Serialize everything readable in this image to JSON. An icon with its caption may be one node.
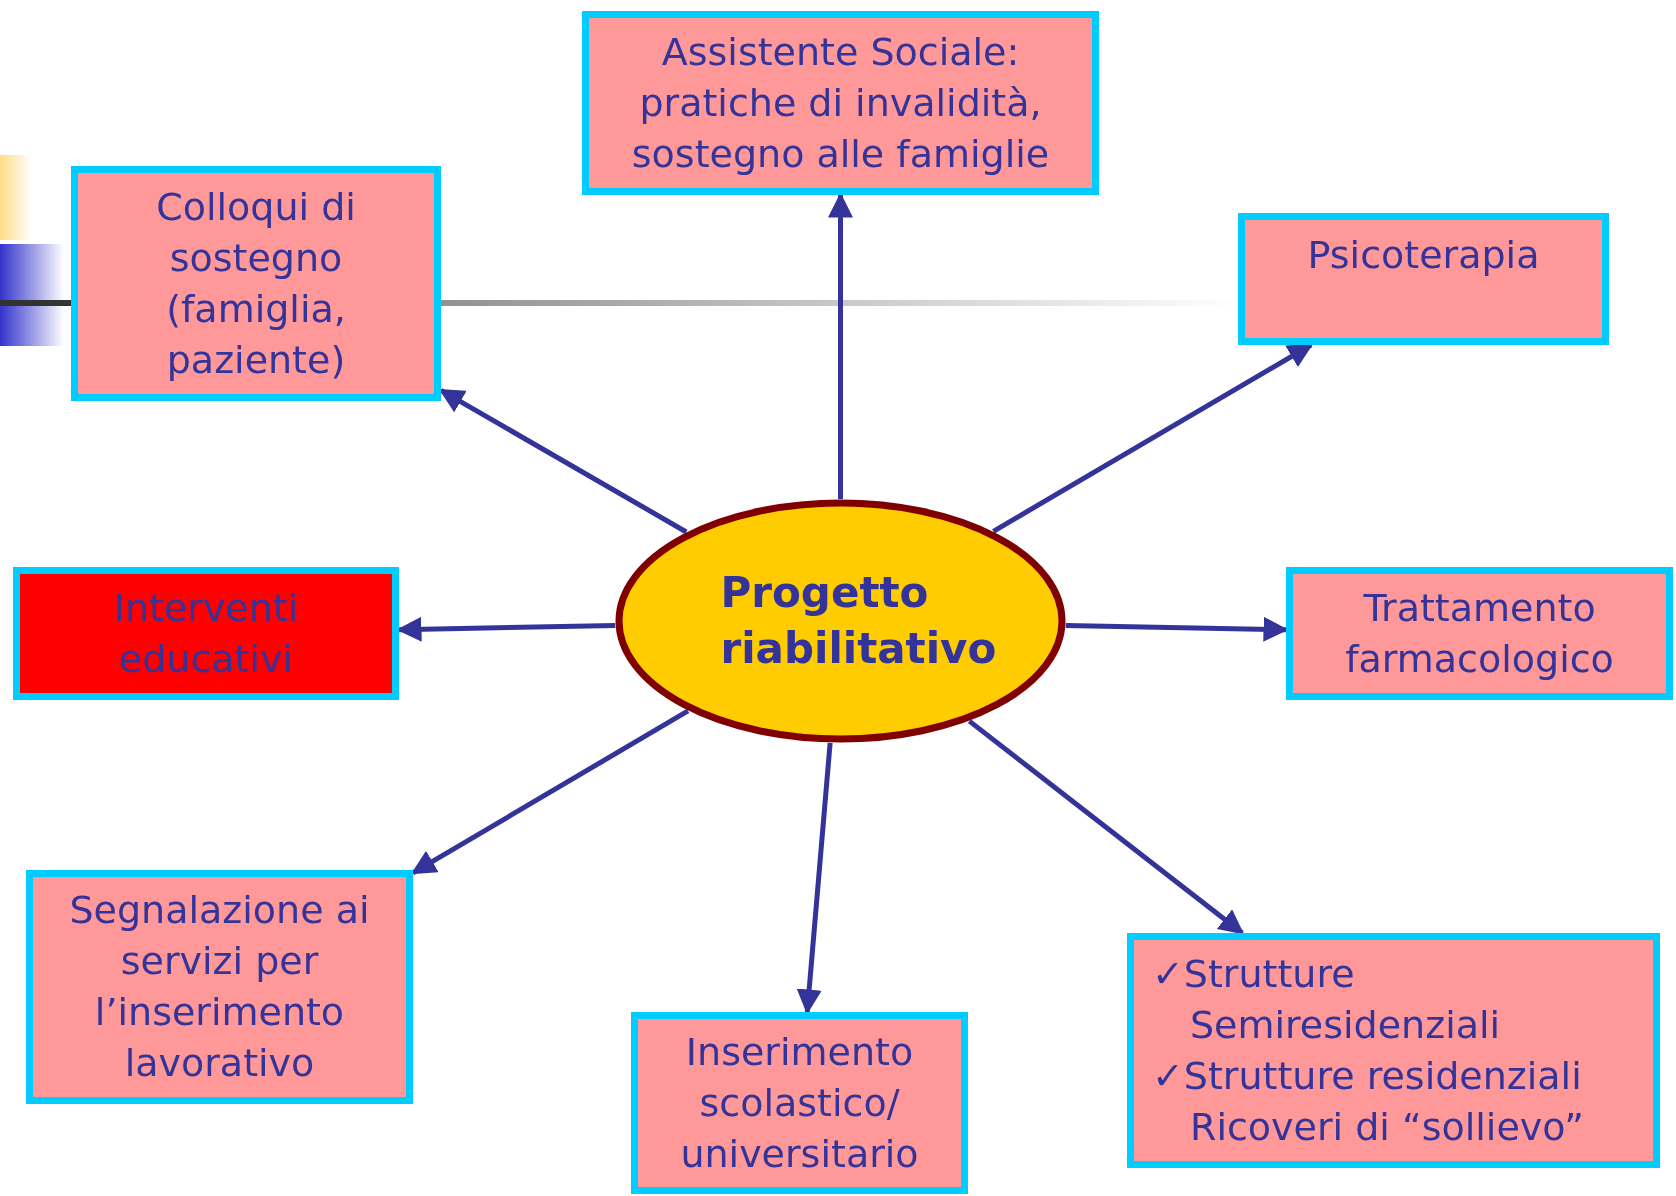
{
  "diagram": {
    "nodes": [
      {
        "text": [
          "Progetto riabilitativo"
        ]
      },
      {
        "text": [
          "Assistente Sociale: pratiche di invalidità, sostegno alle famiglie"
        ]
      },
      {
        "text": [
          "Colloqui di sostegno (famiglia, paziente)"
        ]
      },
      {
        "text": [
          "Psicoterapia"
        ]
      },
      {
        "text": [
          "Interventi educativi"
        ]
      },
      {
        "text": [
          "Trattamento farmacologico"
        ]
      },
      {
        "text": [
          "Segnalazione ai servizi per l’inserimento lavorativo"
        ]
      },
      {
        "text": [
          "Inserimento scolastico/ universitario"
        ]
      },
      {
        "text": [
          "✓Strutture Semiresidenziali",
          "✓Strutture residenziali Ricoveri di “sollievo”"
        ]
      }
    ],
    "edges": [
      {
        "from": 0,
        "to": 1,
        "arrow": "to"
      },
      {
        "from": 0,
        "to": 2,
        "arrow": "to"
      },
      {
        "from": 0,
        "to": 3,
        "arrow": "to"
      },
      {
        "from": 0,
        "to": 4,
        "arrow": "to"
      },
      {
        "from": 0,
        "to": 5,
        "arrow": "to"
      },
      {
        "from": 0,
        "to": 6,
        "arrow": "to"
      },
      {
        "from": 0,
        "to": 7,
        "arrow": "to"
      },
      {
        "from": 0,
        "to": 8,
        "arrow": "to"
      }
    ]
  }
}
